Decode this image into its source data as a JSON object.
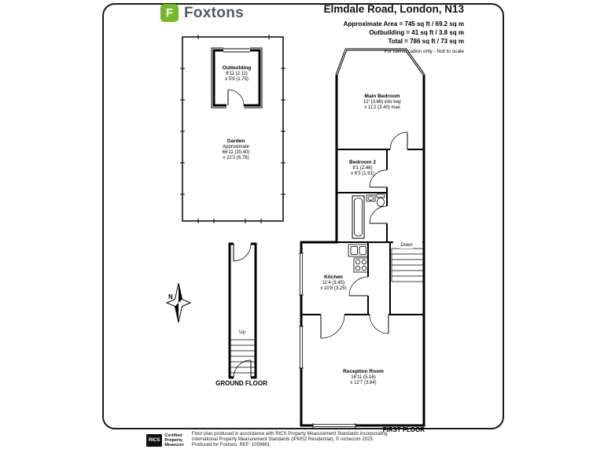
{
  "colors": {
    "brand_green": "#76b72a",
    "brand_gray": "#55595c",
    "wall": "#000000"
  },
  "header": {
    "logo_letter": "F",
    "brand": "Foxtons",
    "title": "Elmdale Road, London, N13",
    "area_lines": [
      "Approximate Area = 745 sq ft / 69.2 sq m",
      "Outbuilding = 41 sq ft / 3.8 sq m",
      "Total = 786 sq ft / 73 sq m"
    ],
    "disclaimer": "For identification only - Not to scale"
  },
  "ground_floor": {
    "label": "GROUND FLOOR",
    "garden": {
      "name": "Garden",
      "note": "Approximate",
      "dim1": "66'11 (20.40)",
      "dim2": "x 22'2 (6.76)"
    },
    "outbuilding": {
      "name": "Outbuilding",
      "dim1": "6'11 (2.11)",
      "dim2": "x 5'9 (1.75)"
    },
    "stairs_label": "Up"
  },
  "first_floor": {
    "label": "FIRST FLOOR",
    "stairs_label": "Down",
    "main_bedroom": {
      "name": "Main Bedroom",
      "dim1": "12' (3.66) into bay",
      "dim2": "x 11'2 (3.40) max"
    },
    "bedroom2": {
      "name": "Bedroom 2",
      "dim1": "8'1 (2.46)",
      "dim2": "x 6'3 (1.91)"
    },
    "kitchen": {
      "name": "Kitchen",
      "dim1": "11'4 (3.45)",
      "dim2": "x 10'8 (3.25)"
    },
    "reception": {
      "name": "Reception Room",
      "dim1": "16'11 (5.16)",
      "dim2": "x 12'7 (3.84)"
    }
  },
  "compass": {
    "label": "N"
  },
  "footer": {
    "rics": {
      "badge": "RICS",
      "line1": "Certified",
      "line2": "Property",
      "line3": "Measurer"
    },
    "lines": [
      "Floor plan produced in accordance with RICS Property Measurement Standards incorporating",
      "International Property Measurement Standards (IPMS2 Residential).  © nichecom 2023.",
      "Produced for Foxtons.  REF: 1059661"
    ]
  }
}
